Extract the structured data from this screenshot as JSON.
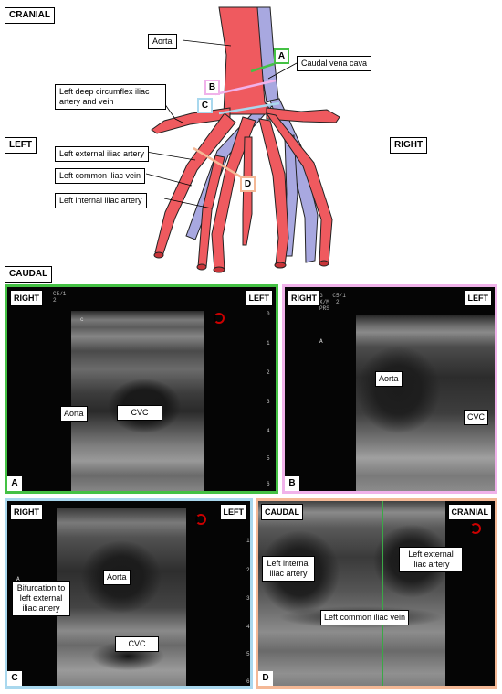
{
  "colors": {
    "artery": "#ef5a5f",
    "vein": "#a8a8e0",
    "panel_a": "#44c144",
    "panel_b": "#f0b2ea",
    "panel_c": "#a9d8ee",
    "panel_d": "#f4b896"
  },
  "diagram": {
    "orientation": {
      "top": "CRANIAL",
      "left": "LEFT",
      "right": "RIGHT",
      "bottom": "CAUDAL"
    },
    "labels": {
      "aorta": "Aorta",
      "cvc": "Caudal vena cava",
      "circumflex": "Left deep circumflex iliac artery and vein",
      "external": "Left external iliac artery",
      "common": "Left common iliac vein",
      "internal": "Left internal iliac artery"
    },
    "letters": {
      "a": "A",
      "b": "B",
      "c": "C",
      "d": "D"
    }
  },
  "panels": {
    "a": {
      "letter": "A",
      "left": "RIGHT",
      "right": "LEFT",
      "labels": {
        "aorta": "Aorta",
        "cvc": "CVC"
      },
      "tiny": "C5/1\n2",
      "tick": "c"
    },
    "b": {
      "letter": "B",
      "left": "RIGHT",
      "right": "LEFT",
      "labels": {
        "aorta": "Aorta",
        "cvc": "CVC"
      },
      "tiny": "G   C5/1\nX/M  2\nPRS",
      "tick": "A"
    },
    "c": {
      "letter": "C",
      "left": "RIGHT",
      "right": "LEFT",
      "labels": {
        "aorta": "Aorta",
        "bifurcation": "Bifurcation to left external iliac artery",
        "cvc": "CVC"
      },
      "tick": "A"
    },
    "d": {
      "letter": "D",
      "left": "CAUDAL",
      "right": "CRANIAL",
      "labels": {
        "internal": "Left internal iliac artery",
        "external": "Left external iliac artery",
        "common": "Left common iliac vein"
      }
    }
  },
  "depth_scale": [
    "0",
    "1",
    "2",
    "3",
    "4",
    "5",
    "6"
  ]
}
